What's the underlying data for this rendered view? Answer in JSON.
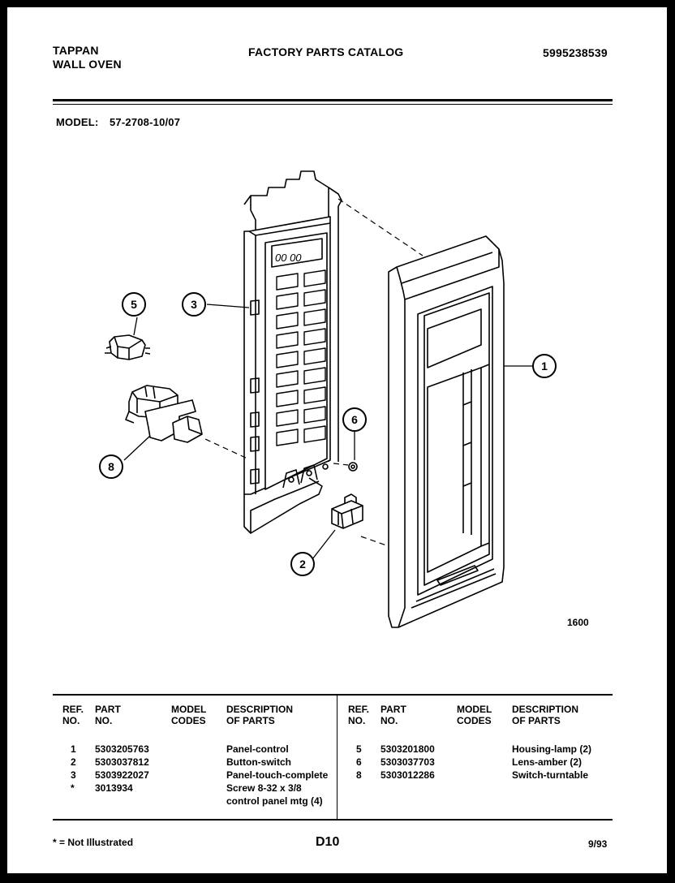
{
  "header": {
    "brand_line1": "TAPPAN",
    "brand_line2": "WALL OVEN",
    "catalog_title": "FACTORY PARTS CATALOG",
    "catalog_number": "5995238539"
  },
  "model": {
    "label": "MODEL:",
    "value": "57-2708-10/07"
  },
  "diagram": {
    "callouts": [
      "1",
      "2",
      "3",
      "5",
      "6",
      "8"
    ],
    "figure_number": "1600"
  },
  "table": {
    "headers": {
      "ref_no": [
        "REF.",
        "NO."
      ],
      "part_no": [
        "PART",
        "NO."
      ],
      "model_codes": [
        "MODEL",
        "CODES"
      ],
      "description": [
        "DESCRIPTION",
        "OF PARTS"
      ]
    },
    "left_rows": [
      {
        "ref": "1",
        "part": "5303205763",
        "model_codes": "",
        "description": "Panel-control"
      },
      {
        "ref": "2",
        "part": "5303037812",
        "model_codes": "",
        "description": "Button-switch"
      },
      {
        "ref": "3",
        "part": "5303922027",
        "model_codes": "",
        "description": "Panel-touch-complete"
      },
      {
        "ref": "*",
        "part": "3013934",
        "model_codes": "",
        "description": "Screw 8-32 x 3/8"
      },
      {
        "ref": "",
        "part": "",
        "model_codes": "",
        "description": "control panel mtg (4)"
      }
    ],
    "right_rows": [
      {
        "ref": "5",
        "part": "5303201800",
        "model_codes": "",
        "description": "Housing-lamp (2)"
      },
      {
        "ref": "6",
        "part": "5303037703",
        "model_codes": "",
        "description": "Lens-amber (2)"
      },
      {
        "ref": "8",
        "part": "5303012286",
        "model_codes": "",
        "description": "Switch-turntable"
      }
    ]
  },
  "footer": {
    "note": "* = Not Illustrated",
    "page_code": "D10",
    "date": "9/93"
  }
}
